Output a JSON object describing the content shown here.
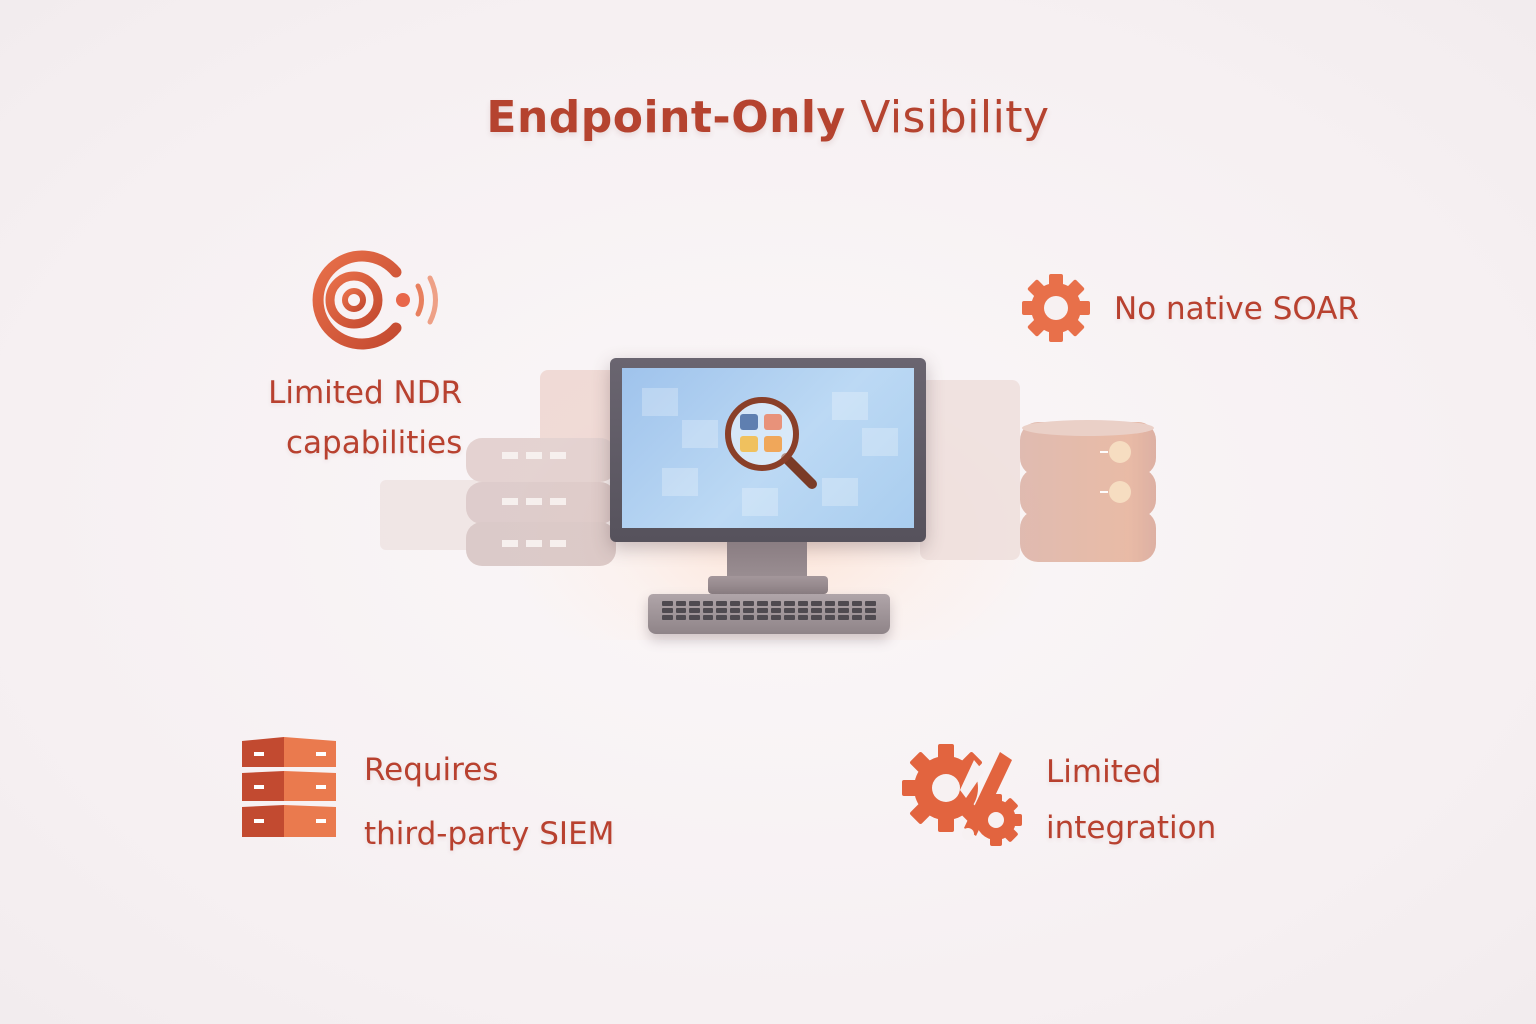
{
  "title": {
    "part1": "Endpoint-Only",
    "part2": "Visibility"
  },
  "colors": {
    "title": "#b5432f",
    "label": "#b8412f",
    "icon_primary": "#e2643f",
    "icon_dark": "#c24a30",
    "screen": "#a9cdef",
    "monitor_frame": "#5e5962"
  },
  "items": [
    {
      "id": "ndr",
      "icon": "radar-signal-icon",
      "lines": [
        "Limited NDR",
        "capabilities"
      ]
    },
    {
      "id": "soar",
      "icon": "gear-icon",
      "lines": [
        "No native SOAR"
      ]
    },
    {
      "id": "siem",
      "icon": "server-stack-icon",
      "lines": [
        "Requires",
        "third-party SIEM"
      ]
    },
    {
      "id": "integration",
      "icon": "broken-gears-icon",
      "lines": [
        "Limited",
        "integration"
      ]
    }
  ],
  "center": {
    "illustration": "desktop-computer-with-magnifier",
    "magnifier_tiles": [
      "#5f7fb0",
      "#e8927a",
      "#f0c15e",
      "#f0a75a"
    ]
  }
}
